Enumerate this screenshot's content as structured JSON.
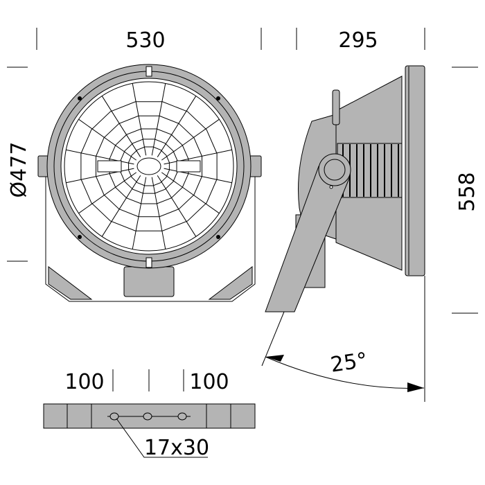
{
  "dimensions": {
    "front_width": "530",
    "side_depth": "295",
    "diameter": "Ø477",
    "height": "558",
    "tilt_angle": "25°",
    "hole_spacing_left": "100",
    "hole_spacing_right": "100",
    "slot_size": "17x30"
  },
  "colors": {
    "body": "#b4b4b4",
    "line": "#000000",
    "background": "#ffffff"
  }
}
